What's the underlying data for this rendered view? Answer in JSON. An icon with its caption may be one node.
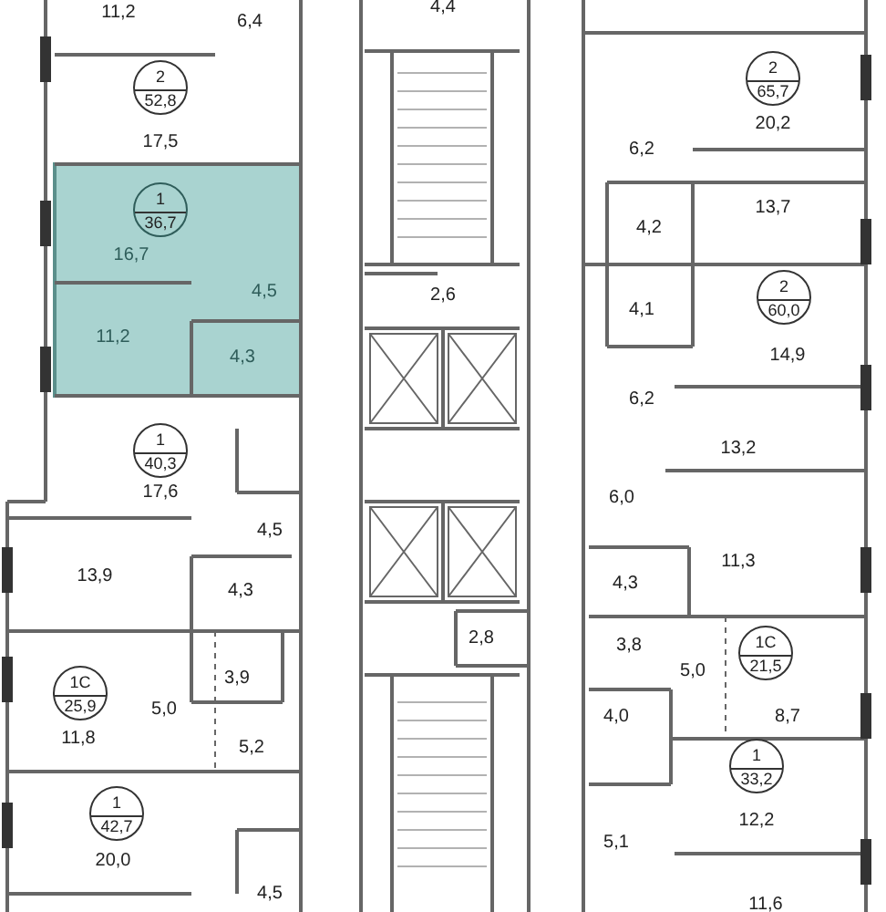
{
  "diagram": {
    "nodes": [
      {
        "text": [
          "2",
          "52,8"
        ]
      },
      {
        "text": [
          "1",
          "36,7"
        ]
      },
      {
        "text": [
          "1",
          "40,3"
        ]
      },
      {
        "text": [
          "1C",
          "25,9"
        ]
      },
      {
        "text": [
          "1",
          "42,7"
        ]
      },
      {
        "text": [
          "2",
          "65,7"
        ]
      },
      {
        "text": [
          "2",
          "60,0"
        ]
      },
      {
        "text": [
          "1C",
          "21,5"
        ]
      },
      {
        "text": [
          "1",
          "33,2"
        ]
      }
    ],
    "labels": [
      "11,2",
      "6,4",
      "17,5",
      "16,7",
      "4,5",
      "11,2",
      "4,3",
      "17,6",
      "4,5",
      "13,9",
      "4,3",
      "3,9",
      "5,0",
      "11,8",
      "5,2",
      "20,0",
      "4,5",
      "4,4",
      "2,6",
      "2,8",
      "20,2",
      "6,2",
      "13,7",
      "4,2",
      "4,1",
      "14,9",
      "6,2",
      "13,2",
      "6,0",
      "11,3",
      "4,3",
      "3,8",
      "5,0",
      "4,0",
      "8,7",
      "12,2",
      "5,1",
      "11,6"
    ]
  }
}
